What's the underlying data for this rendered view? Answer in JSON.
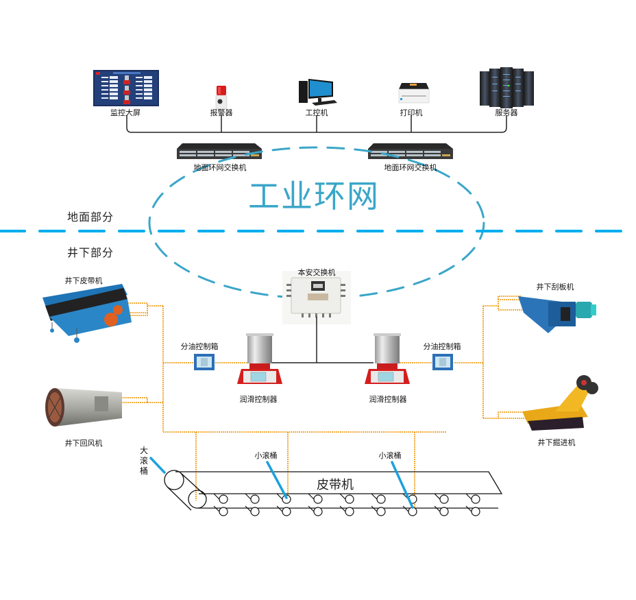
{
  "ring_title": "工业环网",
  "sections": {
    "surface": "地面部分",
    "underground": "井下部分"
  },
  "surface_devices": [
    {
      "name": "monitor-wall",
      "label": "监控大屏"
    },
    {
      "name": "alarm",
      "label": "报警器"
    },
    {
      "name": "industrial-pc",
      "label": "工控机"
    },
    {
      "name": "printer",
      "label": "打印机"
    },
    {
      "name": "server",
      "label": "服务器"
    }
  ],
  "ring_switches": [
    {
      "label": "地面环网交换机"
    },
    {
      "label": "地面环网交换机"
    }
  ],
  "intrinsic_switch": {
    "label": "本安交换机"
  },
  "lube_controllers": [
    {
      "label": "润滑控制器"
    },
    {
      "label": "润滑控制器"
    }
  ],
  "oil_boxes": [
    {
      "label": "分油控制箱"
    },
    {
      "label": "分油控制箱"
    }
  ],
  "machines": {
    "belt_conveyor": "井下皮带机",
    "return_fan": "井下回风机",
    "scraper": "井下刮板机",
    "roadheader": "井下掘进机"
  },
  "belt": {
    "title": "皮带机",
    "big_roller": "大滚桶",
    "small_roller_1": "小滚桶",
    "small_roller_2": "小滚桶"
  },
  "colors": {
    "ring": "#3aa6c8",
    "divider": "#00aeef",
    "orange_line": "#f0a020",
    "pointer": "#1ba1dd"
  }
}
